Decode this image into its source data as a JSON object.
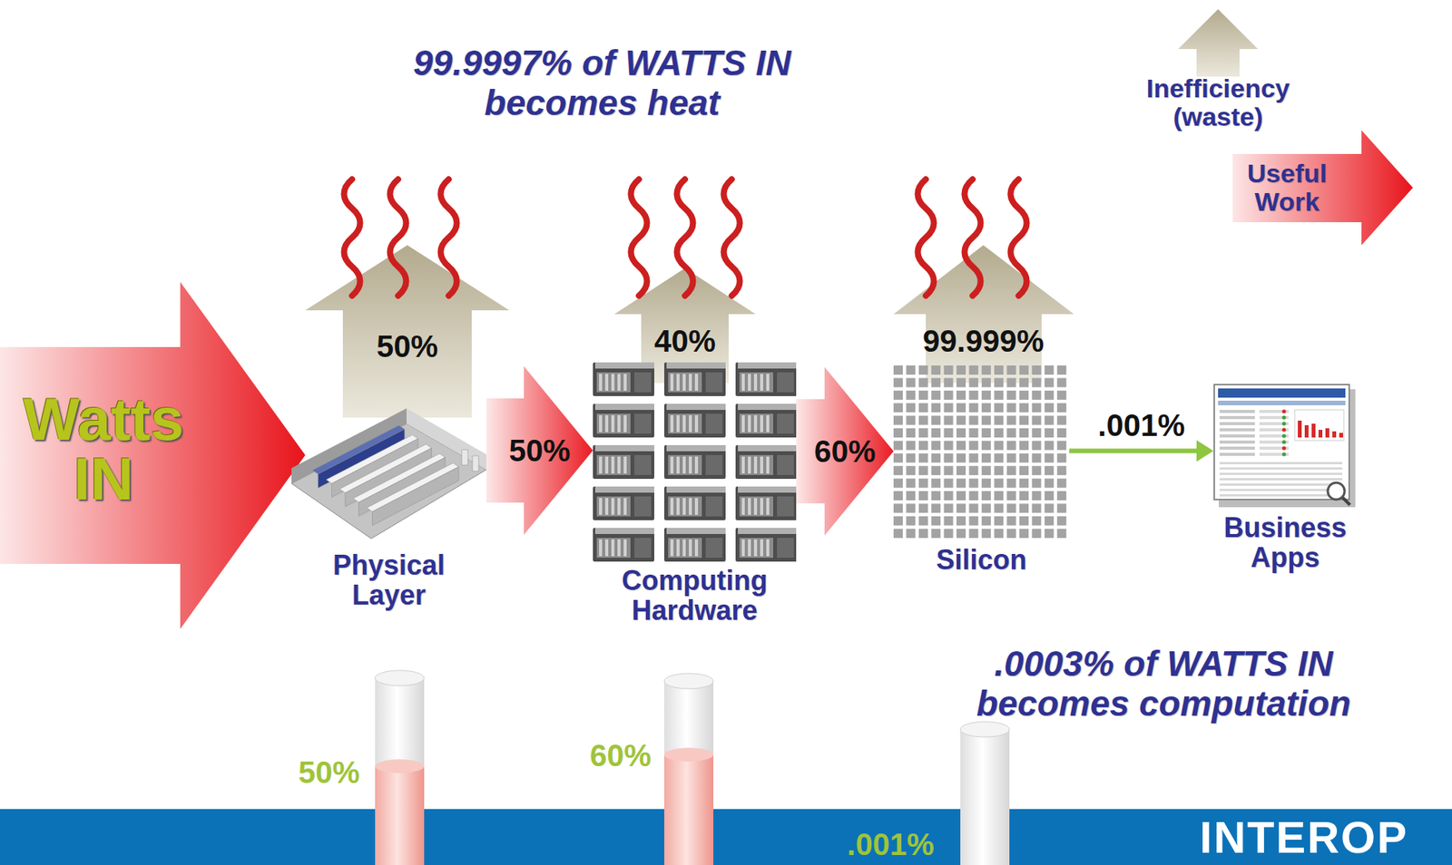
{
  "diagram": {
    "nodes": [
      {
        "text": [
          "99.9997% of WATTS IN becomes heat"
        ]
      },
      {
        "text": [
          "Watts IN"
        ]
      },
      {
        "text": [
          "Physical Layer"
        ]
      },
      {
        "text": [
          "Computing Hardware"
        ]
      },
      {
        "text": [
          "Silicon"
        ]
      },
      {
        "text": [
          ".0003% of WATTS IN becomes computation"
        ]
      },
      {
        "text": [
          "Business Apps"
        ],
        "in": 5
      }
    ],
    "edges": [
      {
        "from": 2,
        "to": 3,
        "arrow": "to",
        "label": "50%"
      },
      {
        "from": 3,
        "to": 4,
        "arrow": "to",
        "label": "60%"
      },
      {
        "from": 4,
        "to": 6,
        "arrow": "to",
        "label": ".001%"
      }
    ],
    "labels": [
      "50%",
      "40%",
      "99.999%",
      "50%",
      "60%",
      ".001%",
      "INTEROP"
    ],
    "legend": [
      {
        "text": "Inefficiency (waste)"
      },
      {
        "text": "Useful Work"
      }
    ]
  }
}
